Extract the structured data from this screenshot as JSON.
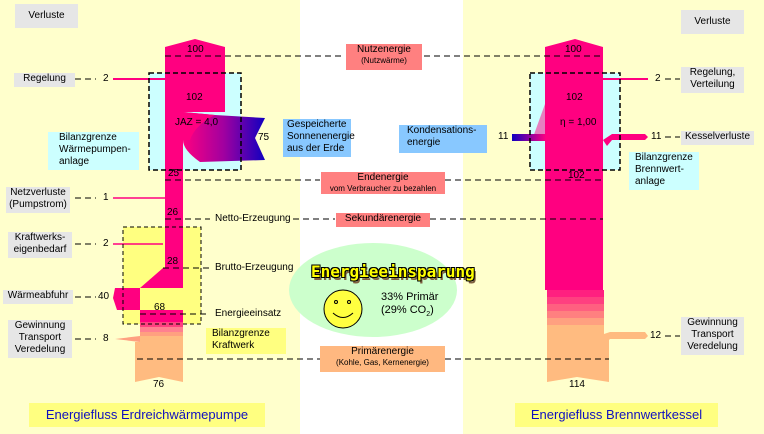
{
  "left": {
    "losses_header": "Verluste",
    "title": "Energiefluss Erdreichwärmepumpe",
    "losses": [
      {
        "label": "Regelung",
        "value": "2"
      },
      {
        "label": "Netzverluste\n(Pumpstrom)",
        "value": "1"
      },
      {
        "label": "Kraftwerks-\neigenbedarf",
        "value": "2"
      },
      {
        "label": "Wärmeabfuhr",
        "value": "40"
      },
      {
        "label": "Gewinnung\nTransport\nVeredelung",
        "value": "8"
      }
    ],
    "flow_values": {
      "top": "100",
      "inside": "102",
      "jaz": "JAZ = 4,0",
      "end": "25",
      "netto": "26",
      "brutto": "28",
      "einsatz": "68",
      "bottom": "76"
    },
    "source": {
      "value": "75",
      "label": "Gespeicherte\nSonnenenergie\naus der Erde"
    },
    "boundary_hp": "Bilanzgrenze\nWärmepumpen-\nanlage",
    "boundary_kw": "Bilanzgrenze\nKraftwerk",
    "stage_labels": {
      "netto": "Netto-Erzeugung",
      "brutto": "Brutto-Erzeugung",
      "einsatz": "Energieeinsatz"
    }
  },
  "middle": {
    "nutz": {
      "title": "Nutzenergie",
      "sub": "(Nutzwärme)"
    },
    "end": {
      "title": "Endenergie",
      "sub": "vom Verbraucher zu bezahlen"
    },
    "sek": {
      "title": "Sekundärenergie"
    },
    "prim": {
      "title": "Primärenergie",
      "sub": "(Kohle, Gas, Kernenergie)"
    },
    "saving": {
      "headline": "Energieeinsparung",
      "line1": "33% Primär",
      "line2_pre": "(29% CO",
      "line2_sub": "2",
      "line2_post": ")"
    }
  },
  "right": {
    "losses_header": "Verluste",
    "title": "Energiefluss Brennwertkessel",
    "losses": [
      {
        "label": "Regelung,\nVerteilung",
        "value": "2"
      },
      {
        "label": "Kesselverluste",
        "value": "11"
      },
      {
        "label": "Gewinnung\nTransport\nVeredelung",
        "value": "12"
      }
    ],
    "flow_values": {
      "top": "100",
      "inside": "102",
      "eta": "η = 1,00",
      "end": "102",
      "bottom": "114"
    },
    "source": {
      "value": "11",
      "label": "Kondensations-\nenergie"
    },
    "boundary": "Bilanzgrenze\nBrennwert-\nanlage"
  },
  "colors": {
    "flow": "#ff0080",
    "primary": "#ffbb80",
    "panel": "#ffffcc",
    "boundary_fill": "#ccffff",
    "plant_fill": "#ffff80"
  }
}
